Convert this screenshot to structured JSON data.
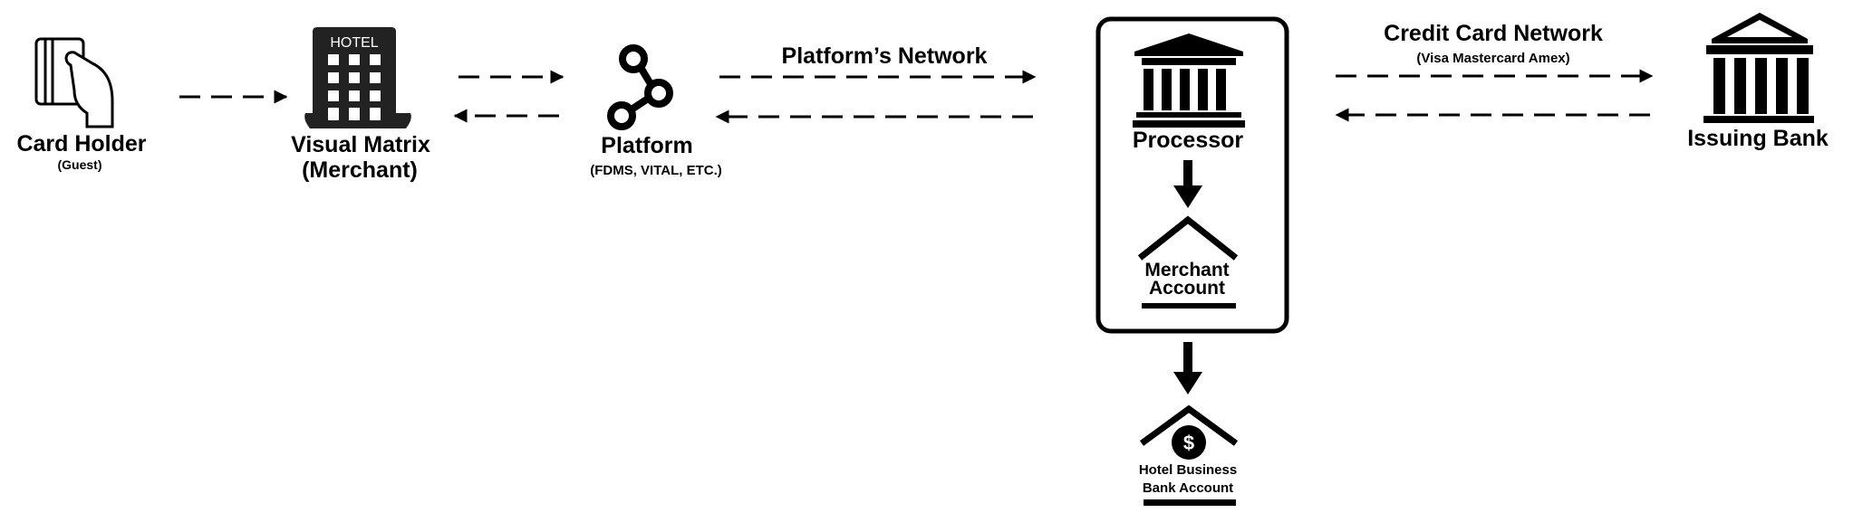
{
  "nodes": {
    "card_holder": {
      "title": "Card Holder",
      "subtitle": "(Guest)"
    },
    "merchant": {
      "title_line1": "Visual Matrix",
      "title_line2": "(Merchant)",
      "icon_text": "HOTEL"
    },
    "platform": {
      "title": "Platform",
      "subtitle": "(FDMS, VITAL, ETC.)"
    },
    "processor": {
      "title": "Processor"
    },
    "merchant_account": {
      "line1": "Merchant",
      "line2": "Account"
    },
    "hotel_bank": {
      "line1": "Hotel Business",
      "line2": "Bank Account",
      "symbol": "$"
    },
    "issuing_bank": {
      "title": "Issuing Bank"
    }
  },
  "edges": {
    "platform_network": {
      "label": "Platform’s Network"
    },
    "credit_card_network": {
      "label": "Credit Card Network",
      "sublabel": "(Visa Mastercard Amex)"
    }
  },
  "icons": [
    "card-in-hand-icon",
    "hotel-building-icon",
    "share-nodes-icon",
    "bank-icon",
    "roof-icon",
    "bank-house-dollar-icon"
  ]
}
